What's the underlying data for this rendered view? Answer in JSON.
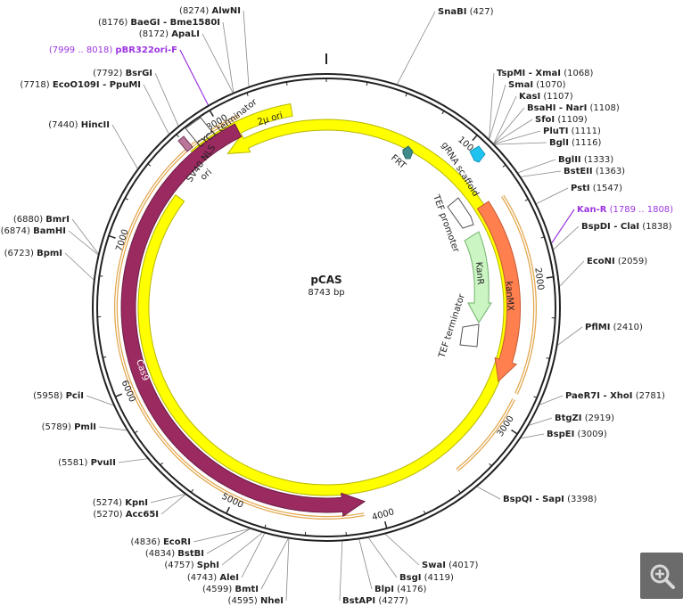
{
  "plasmid": {
    "name": "pCAS",
    "length_label": "8743 bp",
    "length_bp": 8743
  },
  "ruler_ticks": [
    {
      "bp": 1000,
      "label": "1000"
    },
    {
      "bp": 2000,
      "label": "2000"
    },
    {
      "bp": 3000,
      "label": "3000"
    },
    {
      "bp": 4000,
      "label": "4000"
    },
    {
      "bp": 5000,
      "label": "5000"
    },
    {
      "bp": 6000,
      "label": "6000"
    },
    {
      "bp": 7000,
      "label": "7000"
    },
    {
      "bp": 8000,
      "label": "8000"
    }
  ],
  "features": [
    {
      "id": "two-micron-ori",
      "label": "2µ ori",
      "start": 8500,
      "end": 7750,
      "color": "#ffff00",
      "dir": "none"
    },
    {
      "id": "ori",
      "label": "ori",
      "start": 7950,
      "end": 7450,
      "color": "#ffff00",
      "dir": "reverse"
    },
    {
      "id": "kanmx",
      "label": "kanMX",
      "start": 1380,
      "end": 2750,
      "color": "#ff7f4f",
      "dir": "forward"
    },
    {
      "id": "cas9",
      "label": "Cas9",
      "start": 4100,
      "end": 8100,
      "color": "#9a2a60",
      "dir": "reverse"
    }
  ],
  "feature_labels": {
    "frt": "FRT",
    "grna": "gRNA scaffold",
    "tef_promoter": "TEF promoter",
    "kanr": "KanR",
    "tef_terminator": "TEF terminator",
    "cyc1": "CYC1 terminator",
    "sv40": "SV40 NLS"
  },
  "sites": [
    {
      "name": "SnaBI",
      "pos": "(427)"
    },
    {
      "name": "TspMI - XmaI",
      "pos": "(1068)"
    },
    {
      "name": "SmaI",
      "pos": "(1070)"
    },
    {
      "name": "KasI",
      "pos": "(1107)"
    },
    {
      "name": "BsaHI - NarI",
      "pos": "(1108)"
    },
    {
      "name": "SfoI",
      "pos": "(1109)"
    },
    {
      "name": "PluTI",
      "pos": "(1111)"
    },
    {
      "name": "BglI",
      "pos": "(1116)"
    },
    {
      "name": "BglII",
      "pos": "(1333)"
    },
    {
      "name": "BstEII",
      "pos": "(1363)"
    },
    {
      "name": "PstI",
      "pos": "(1547)"
    },
    {
      "name": "Kan-R",
      "pos": "(1789 .. 1808)",
      "primer": true
    },
    {
      "name": "BspDI - ClaI",
      "pos": "(1838)"
    },
    {
      "name": "EcoNI",
      "pos": "(2059)"
    },
    {
      "name": "PflMI",
      "pos": "(2410)"
    },
    {
      "name": "PaeR7I - XhoI",
      "pos": "(2781)"
    },
    {
      "name": "BtgZI",
      "pos": "(2919)"
    },
    {
      "name": "BspEI",
      "pos": "(3009)"
    },
    {
      "name": "BspQI - SapI",
      "pos": "(3398)"
    },
    {
      "name": "SwaI",
      "pos": "(4017)"
    },
    {
      "name": "BsgI",
      "pos": "(4119)"
    },
    {
      "name": "BlpI",
      "pos": "(4176)"
    },
    {
      "name": "BstAPI",
      "pos": "(4277)"
    },
    {
      "name": "NheI",
      "pos": "(4595)"
    },
    {
      "name": "BmtI",
      "pos": "(4599)"
    },
    {
      "name": "AleI",
      "pos": "(4743)"
    },
    {
      "name": "SphI",
      "pos": "(4757)"
    },
    {
      "name": "BstBI",
      "pos": "(4834)"
    },
    {
      "name": "EcoRI",
      "pos": "(4836)"
    },
    {
      "name": "Acc65I",
      "pos": "(5270)"
    },
    {
      "name": "KpnI",
      "pos": "(5274)"
    },
    {
      "name": "PvuII",
      "pos": "(5581)"
    },
    {
      "name": "PmlI",
      "pos": "(5789)"
    },
    {
      "name": "PciI",
      "pos": "(5958)"
    },
    {
      "name": "BpmI",
      "pos": "(6723)"
    },
    {
      "name": "BamHI",
      "pos": "(6874)"
    },
    {
      "name": "BmrI",
      "pos": "(6880)"
    },
    {
      "name": "HincII",
      "pos": "(7440)"
    },
    {
      "name": "EcoO109I - PpuMI",
      "pos": "(7718)"
    },
    {
      "name": "BsrGI",
      "pos": "(7792)"
    },
    {
      "name": "pBR322ori-F",
      "pos": "(7999 .. 8018)",
      "primer": true
    },
    {
      "name": "ApaLI",
      "pos": "(8172)"
    },
    {
      "name": "BaeGI - Bme1580I",
      "pos": "(8176)"
    },
    {
      "name": "AlwNI",
      "pos": "(8274)"
    }
  ],
  "colors": {
    "backbone": "#222222",
    "yellow_feature": "#ffff00",
    "kanmx": "#ff7f4f",
    "cas9": "#9a2a60",
    "kanr": "#ccf5c4",
    "frt": "#3d8b8b",
    "grna": "#1fc3f0",
    "orf_outline": "#e2a64c",
    "primer": "#9b35e0"
  },
  "zoom_button": {
    "icon": "magnifier-plus-icon"
  }
}
